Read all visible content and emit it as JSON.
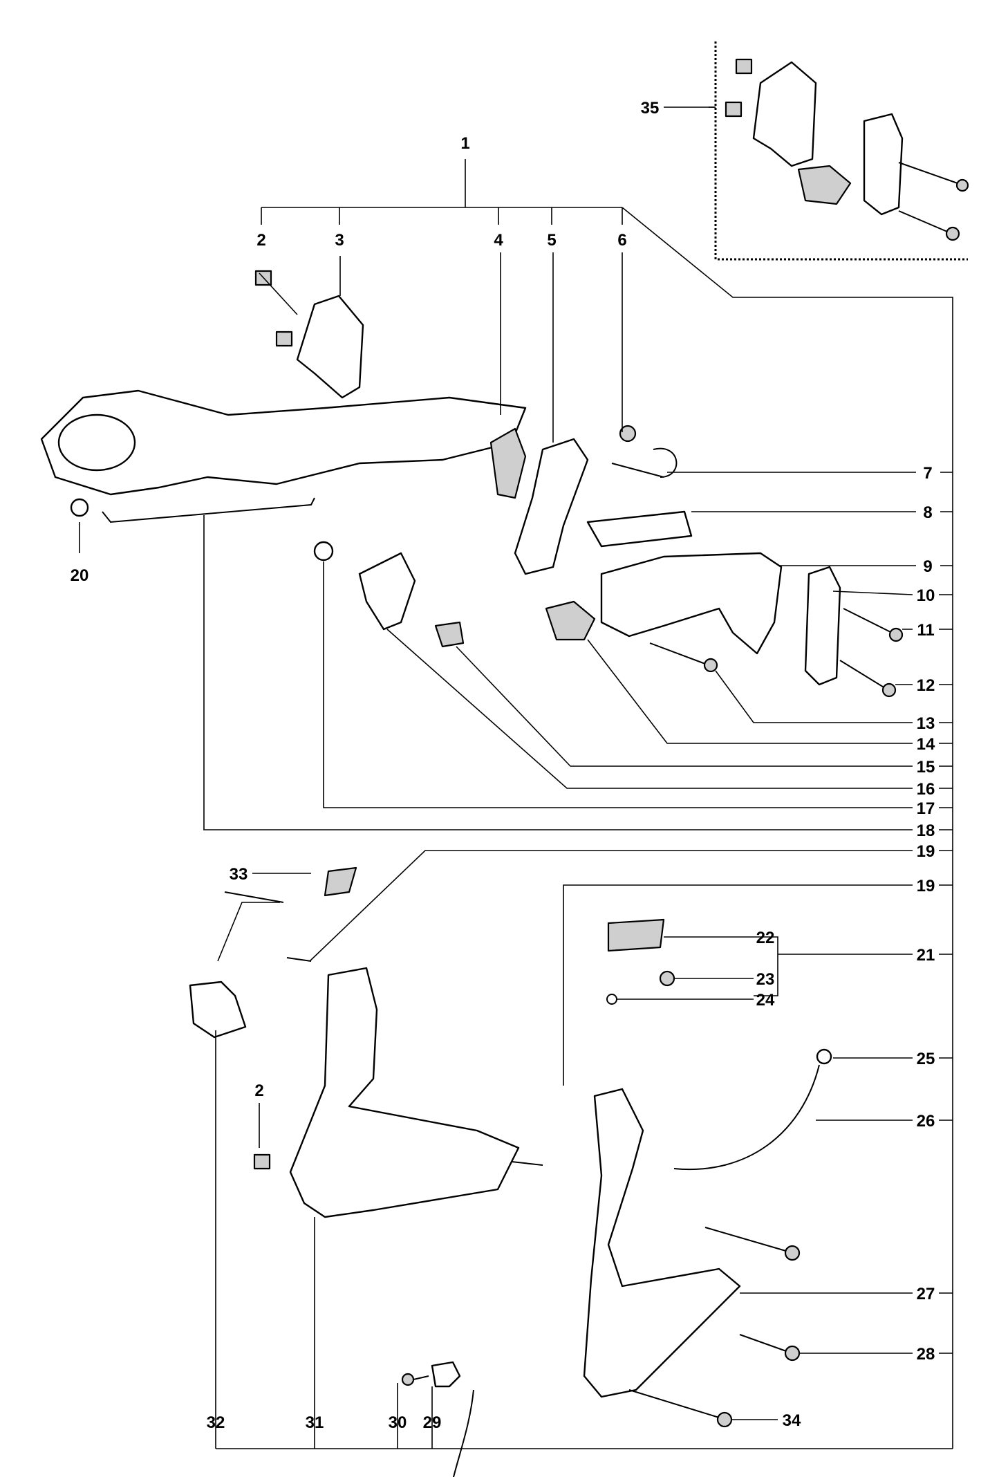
{
  "diagram": {
    "callouts": {
      "c1": "1",
      "c2a": "2",
      "c2b": "2",
      "c3": "3",
      "c4": "4",
      "c5": "5",
      "c6": "6",
      "c7": "7",
      "c8": "8",
      "c9": "9",
      "c10": "10",
      "c11": "11",
      "c12": "12",
      "c13": "13",
      "c14": "14",
      "c15": "15",
      "c16": "16",
      "c17": "17",
      "c18": "18",
      "c19a": "19",
      "c19b": "19",
      "c20": "20",
      "c21": "21",
      "c22": "22",
      "c23": "23",
      "c24": "24",
      "c25": "25",
      "c26": "26",
      "c27": "27",
      "c28": "28",
      "c29": "29",
      "c30": "30",
      "c31": "31",
      "c32": "32",
      "c33": "33",
      "c34": "34",
      "c35": "35"
    }
  }
}
